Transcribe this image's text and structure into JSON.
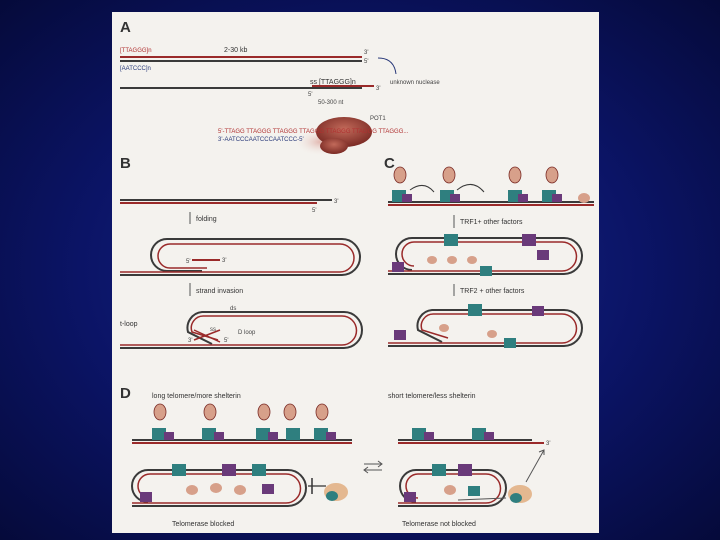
{
  "panel_a": {
    "letter": "A",
    "g_strand": "[TTAGGG]n",
    "c_strand": "[AATCCC]n",
    "length": "2-30 kb",
    "overhang_label": "ss [TTAGGG]n",
    "overhang_length": "50-300 nt",
    "nuclease": "unknown nuclease",
    "three_prime": "3'",
    "five_prime": "5'",
    "pot1": "POT1",
    "seq_top": "5'-TTAGG TTAGGG TTAGGG TTAGGG TTAGGG TTAGGG TTAGGG...",
    "seq_bottom": "3'-AATCCCAATCCCAATCCC-5'"
  },
  "panel_b": {
    "letter": "B",
    "step1": "folding",
    "step2": "strand invasion",
    "tloop": "t-loop",
    "ds": "ds",
    "ss": "ss",
    "dloop": "D loop",
    "three_prime": "3'",
    "five_prime": "5'"
  },
  "panel_c": {
    "letter": "C",
    "step1": "TRF1+ other factors",
    "step2": "TRF2 + other factors"
  },
  "panel_d": {
    "letter": "D",
    "left_title": "long telomere/more shelterin",
    "right_title": "short telomere/less shelterin",
    "left_caption": "Telomerase blocked",
    "right_caption": "Telomerase not blocked",
    "three_prime": "3'"
  },
  "colors": {
    "background": "#0b1466",
    "panel": "#f4f2ee",
    "dna_red": "#9a2a2a",
    "dna_dark": "#3a3a3a",
    "teal": "#2f7f7f",
    "purple": "#6a3a7a",
    "salmon": "#d7a08a"
  }
}
